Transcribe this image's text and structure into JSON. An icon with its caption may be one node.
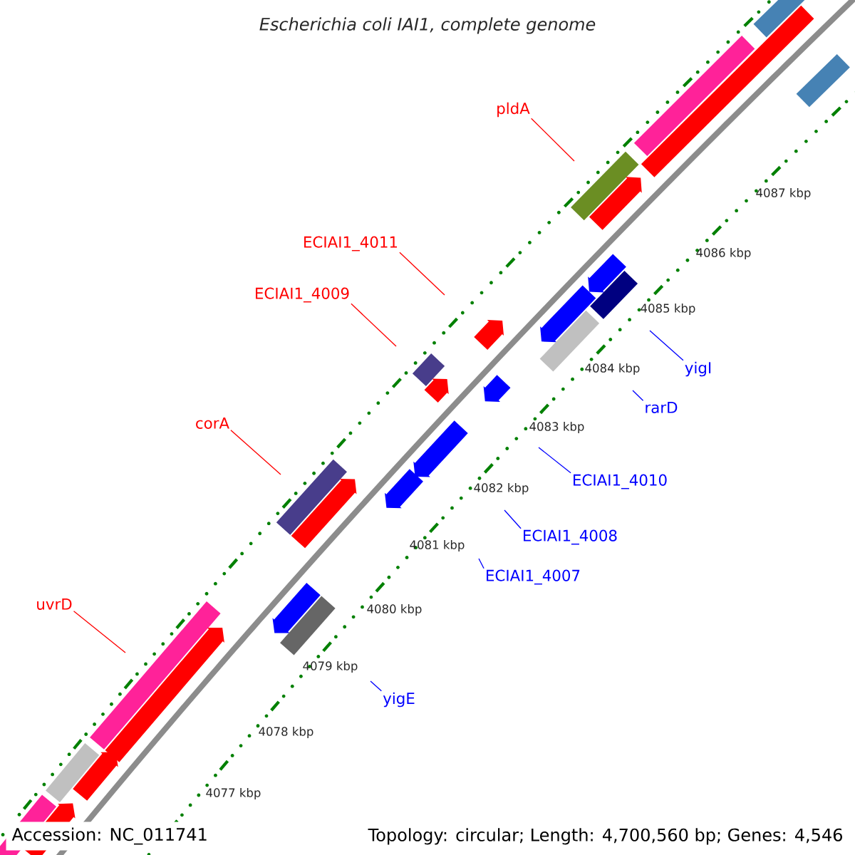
{
  "diagram": {
    "title": "Escherichia coli IAI1, complete genome",
    "nodes": [
      {
        "text": [
          "pldA"
        ]
      },
      {
        "text": [
          "ECIAI1_4011"
        ]
      },
      {
        "text": [
          "ECIAI1_4009"
        ]
      },
      {
        "text": [
          "yigI"
        ]
      },
      {
        "text": [
          "rarD"
        ]
      },
      {
        "text": [
          "corA"
        ]
      },
      {
        "text": [
          "ECIAI1_4010"
        ]
      },
      {
        "text": [
          "ECIAI1_4008"
        ]
      },
      {
        "text": [
          "ECIAI1_4007"
        ]
      },
      {
        "text": [
          "uvrD"
        ]
      },
      {
        "text": [
          "yigE"
        ]
      }
    ],
    "edges": [
      {
        "from": 0,
        "to": null,
        "arrow": "none",
        "color": "#ff0000"
      },
      {
        "from": 1,
        "to": null,
        "arrow": "none",
        "color": "#ff0000"
      },
      {
        "from": 2,
        "to": null,
        "arrow": "none",
        "color": "#ff0000"
      },
      {
        "from": 3,
        "to": null,
        "arrow": "none"
      },
      {
        "from": 4,
        "to": null,
        "arrow": "none"
      },
      {
        "from": 5,
        "to": null,
        "arrow": "none",
        "color": "#ff0000"
      },
      {
        "from": 6,
        "to": null,
        "arrow": "none"
      },
      {
        "from": 7,
        "to": null,
        "arrow": "none"
      },
      {
        "from": 8,
        "to": null,
        "arrow": "none"
      },
      {
        "from": 9,
        "to": null,
        "arrow": "none",
        "color": "#ff0000"
      },
      {
        "from": 10,
        "to": null,
        "arrow": "none"
      }
    ],
    "labels": [
      "4087 kbp",
      "4086 kbp",
      "4085 kbp",
      "4084 kbp",
      "4083 kbp",
      "4082 kbp",
      "4081 kbp",
      "4080 kbp",
      "4079 kbp",
      "4078 kbp",
      "4077 kbp",
      "Accession: NC_011741",
      "Topology: circular; Length: 4,700,560 bp; Genes: 4,546"
    ]
  }
}
